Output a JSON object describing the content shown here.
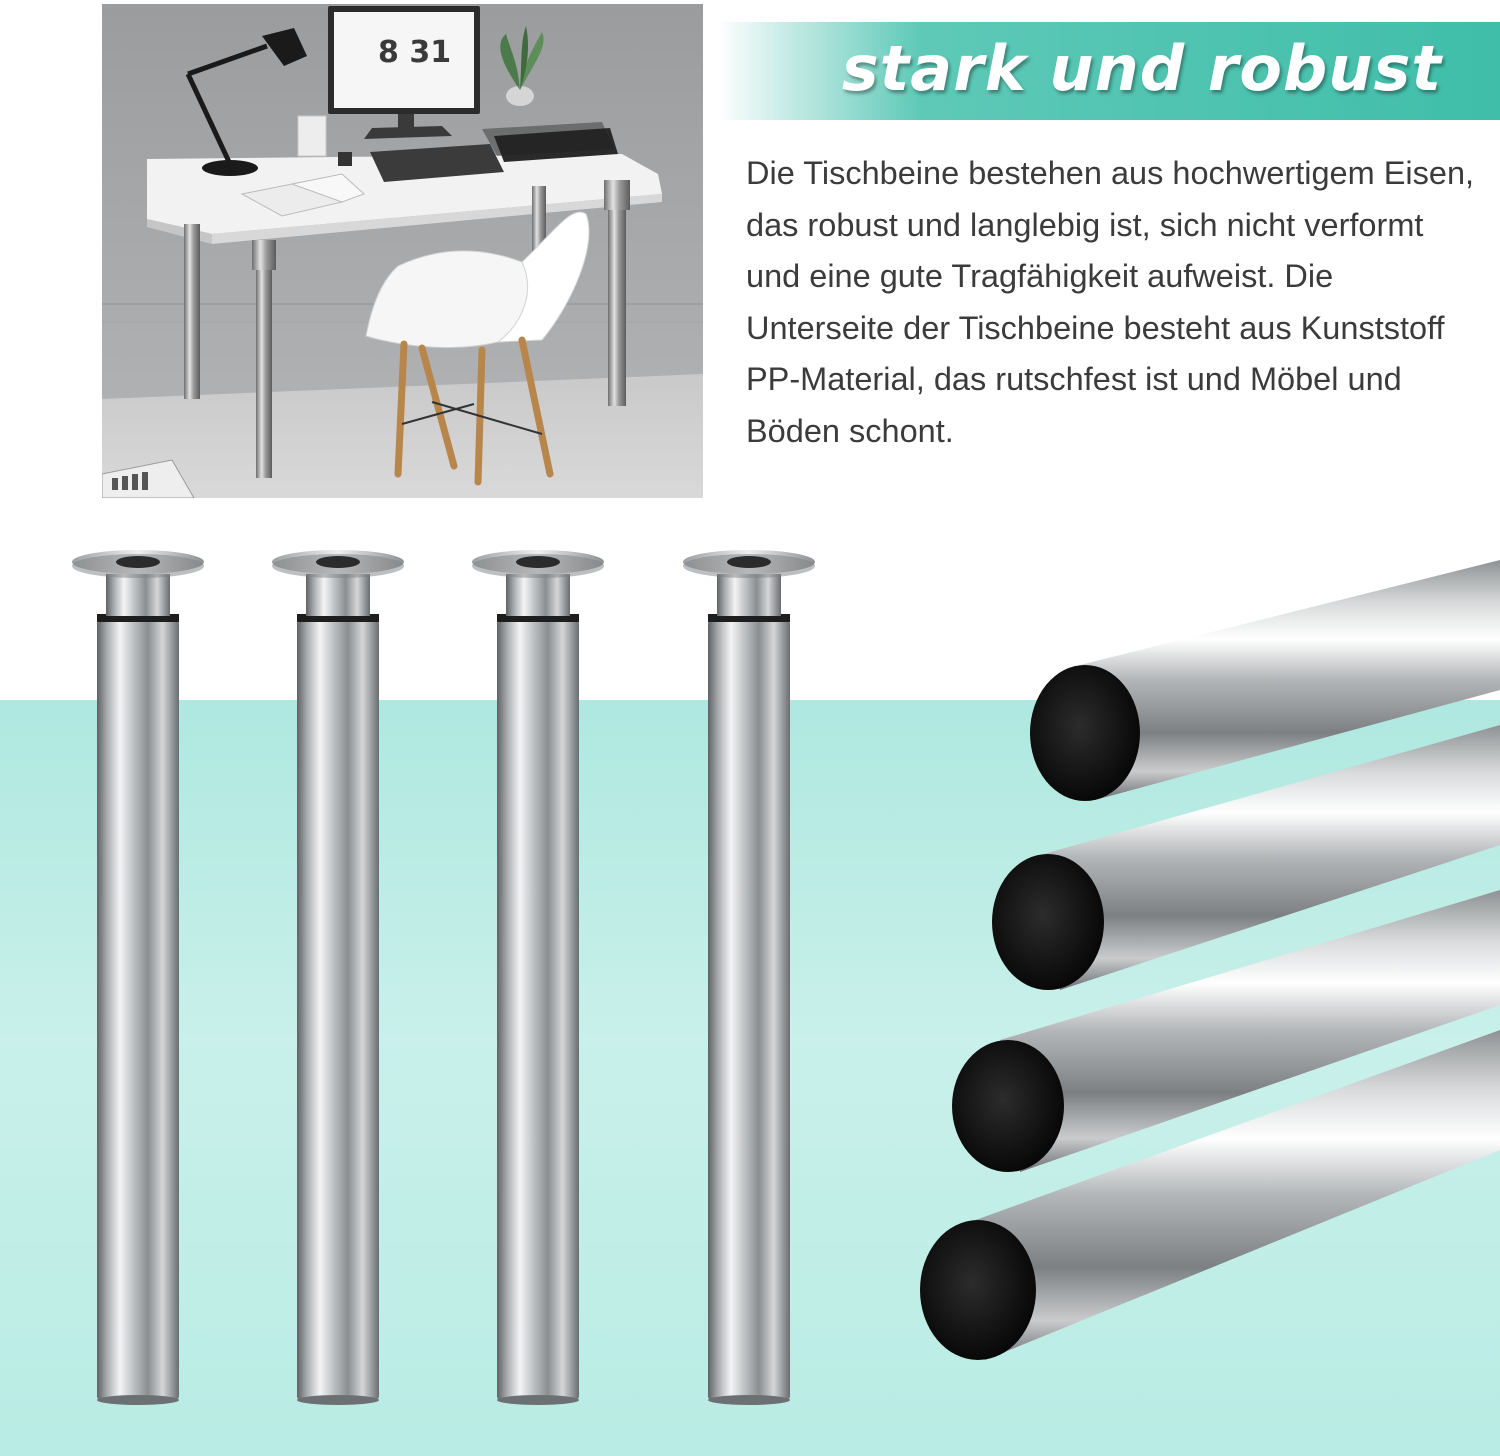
{
  "banner": {
    "title": "stark und robust"
  },
  "description": {
    "text": "Die Tischbeine bestehen aus hochwertigem Eisen, das robust und langlebig ist, sich nicht verformt und eine gute Tragfähigkeit aufweist. Die Unterseite der Tischbeine besteht aus Kunststoff PP-Material, das rutschfest ist und Möbel und Böden schont."
  },
  "photo": {
    "clock_text": "8 31"
  },
  "colors": {
    "accent": "#3fbea9",
    "background_lower": "#bdeee6",
    "text": "#3b3b3b"
  }
}
